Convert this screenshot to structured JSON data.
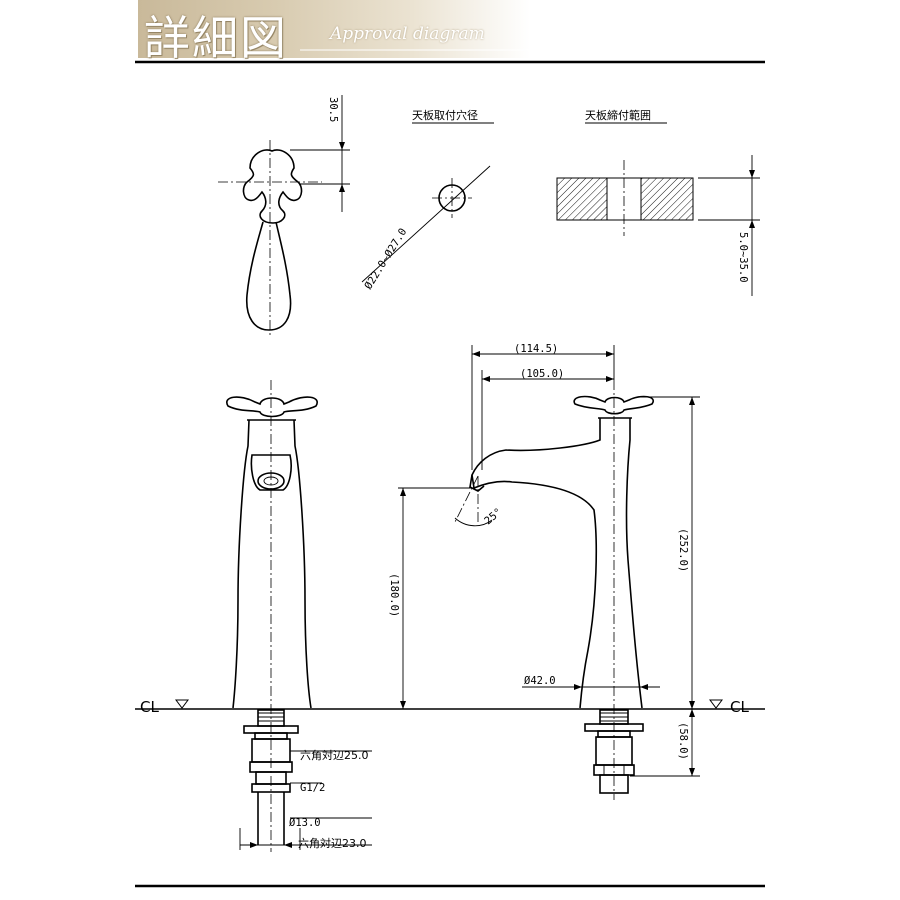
{
  "header": {
    "title": "詳細図",
    "subtitle": "Approval diagram"
  },
  "views": {
    "hole_diameter": {
      "heading": "天板取付穴径",
      "dimension": "Ø22.0~Ø27.0"
    },
    "clamp_range": {
      "heading": "天板締付範囲",
      "dimension": "5.0~35.0"
    },
    "handle_top": {
      "dimension": "30.5"
    }
  },
  "dimensions": {
    "reach_total": "(114.5)",
    "reach_spout": "(105.0)",
    "overall_height": "(252.0)",
    "spout_height": "(180.0)",
    "spout_angle": "25°",
    "base_diameter": "Ø42.0",
    "shank_length": "(58.0)",
    "hex_nut_top": "六角対辺25.0",
    "thread": "G1/2",
    "pipe_diameter": "Ø13.0",
    "hex_nut_bottom": "六角対辺23.0"
  },
  "centerline": {
    "left_label": "CL",
    "right_label": "CL"
  }
}
